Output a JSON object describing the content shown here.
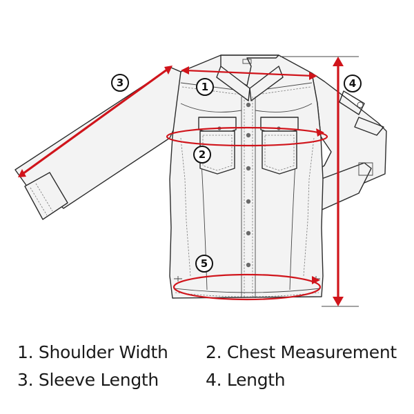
{
  "markers": {
    "m1": "1",
    "m2": "2",
    "m3": "3",
    "m4": "4",
    "m5": "5"
  },
  "legend": [
    {
      "label": "1. Shoulder Width"
    },
    {
      "label": "2. Chest Measurement"
    },
    {
      "label": "3. Sleeve Length"
    },
    {
      "label": "4. Length"
    }
  ],
  "colors": {
    "measure_line": "#d0141b",
    "outline": "#2b2b2b"
  }
}
